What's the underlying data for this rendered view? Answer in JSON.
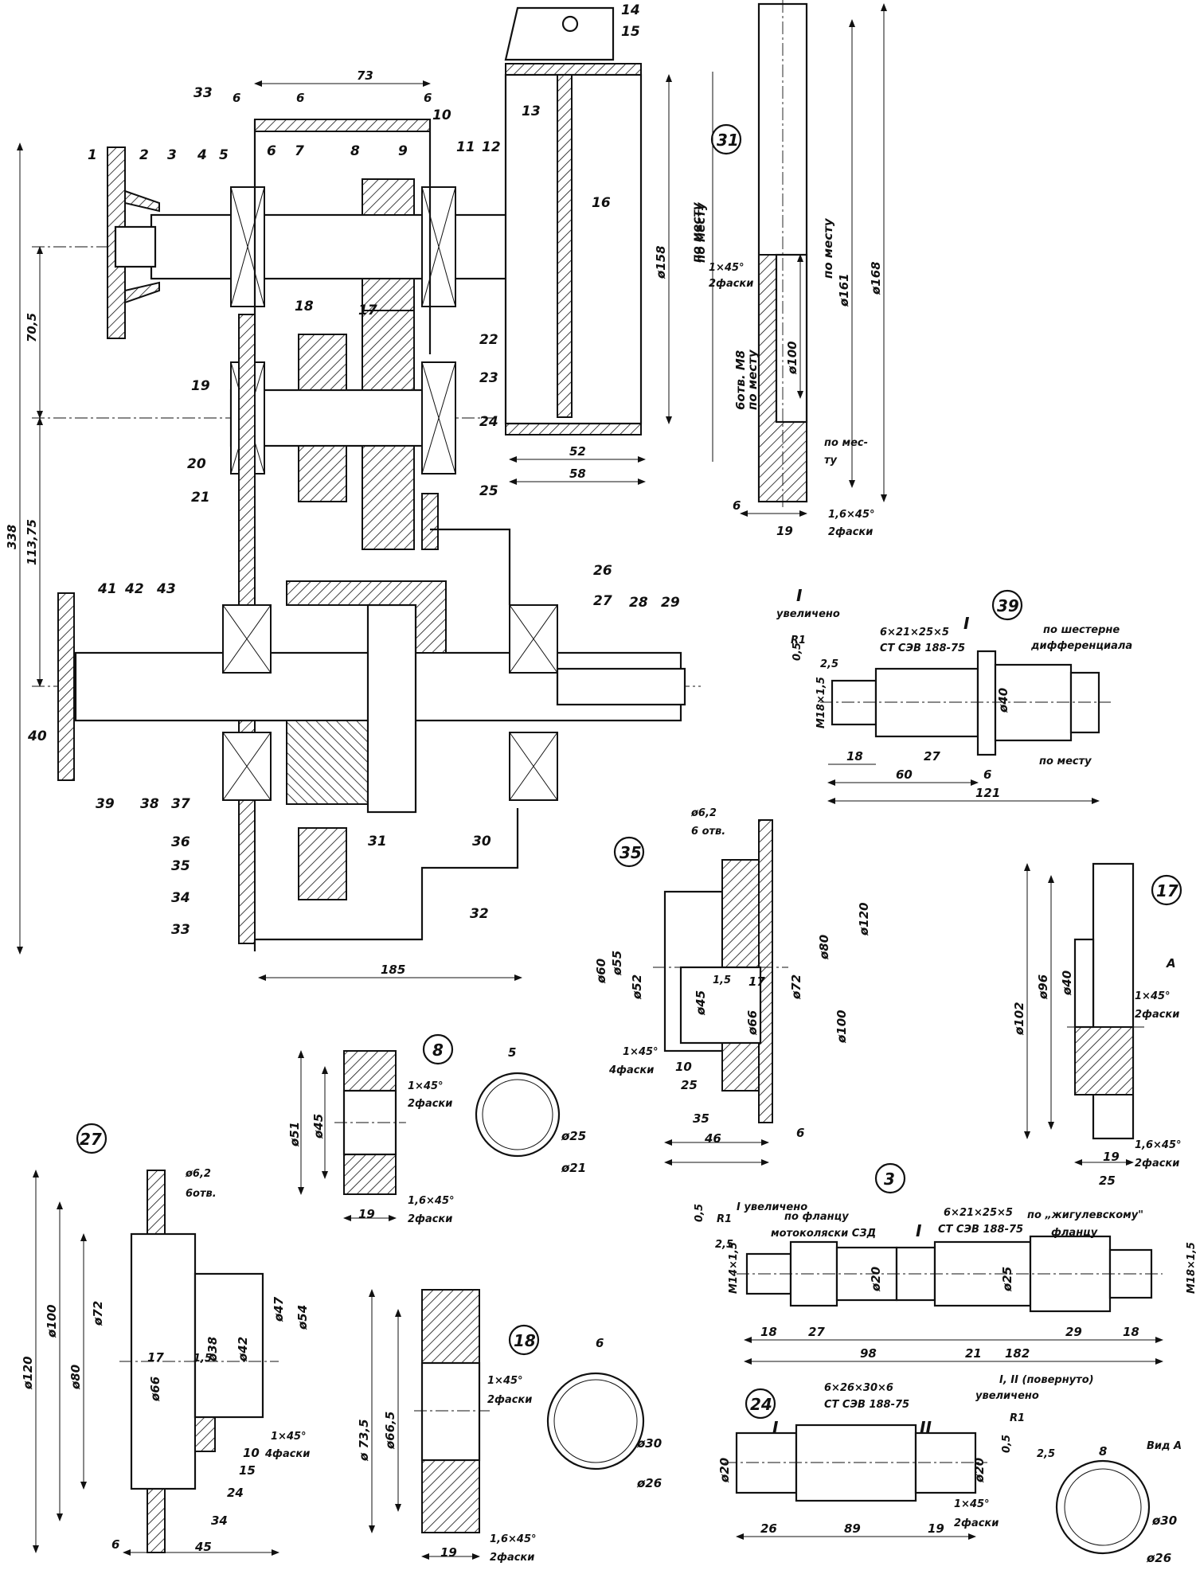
{
  "positions": {
    "p1": "1",
    "p2": "2",
    "p3": "3",
    "p4": "4",
    "p5": "5",
    "p6": "6",
    "p7": "7",
    "p8": "8",
    "p9": "9",
    "p10": "10",
    "p11": "11",
    "p12": "12",
    "p13": "13",
    "p14": "14",
    "p15": "15",
    "p16": "16",
    "p17": "17",
    "p18": "18",
    "p19": "19",
    "p20": "20",
    "p21": "21",
    "p22": "22",
    "p23": "23",
    "p24": "24",
    "p25": "25",
    "p26": "26",
    "p27": "27",
    "p28": "28",
    "p29": "29",
    "p30": "30",
    "p31": "31",
    "p32": "32",
    "p33a": "33",
    "p33b": "33",
    "p34": "34",
    "p35": "35",
    "p36": "36",
    "p37": "37",
    "p38": "38",
    "p39": "39",
    "p40": "40",
    "p41": "41",
    "p42": "42",
    "p43": "43"
  },
  "assembly": {
    "d73": "73",
    "d6a": "6",
    "d6b": "6",
    "d6c": "6",
    "d338": "338",
    "d705": "70,5",
    "d11375": "113,75",
    "d185": "185",
    "d52": "52",
    "d58": "58",
    "d158": "ø158",
    "po_mestu": "по месту"
  },
  "detail31": {
    "label": "31",
    "po_mestu1": "по месту",
    "po_mestu2": "по месту",
    "chamfer1": "1×45°",
    "chamfer1b": "2фаски",
    "holes1": "6отв. М8",
    "holes2": "по месту",
    "d100": "ø100",
    "d161": "ø161",
    "d168": "ø168",
    "po_mes": "по мес-",
    "tu": "ту",
    "d6": "6",
    "d19": "19",
    "chamfer2": "1,6×45°",
    "chamfer2b": "2фаски"
  },
  "detail39": {
    "label": "39",
    "view": "I",
    "uvelicheno": "увеличено",
    "r1": "R1",
    "d05": "0,5",
    "d25": "2,5",
    "spline": "6×21×25×5",
    "std": "СТ СЭВ 188-75",
    "mark": "I",
    "po_shesterne": "по шестерне",
    "diff": "дифференциала",
    "m18": "M18×1,5",
    "d40": "ø40",
    "d18": "18",
    "d27": "27",
    "d60": "60",
    "d6": "6",
    "d121": "121",
    "po_mestu": "по месту"
  },
  "detail35": {
    "label": "35",
    "holes_d": "ø6,2",
    "holes_n": "6 отв.",
    "d60": "ø60",
    "d55": "ø55",
    "d52": "ø52",
    "d45": "ø45",
    "d66": "ø66",
    "d72": "ø72",
    "d80": "ø80",
    "d100": "ø100",
    "d120": "ø120",
    "d15": "1,5",
    "d17": "17",
    "chamfer": "1×45°",
    "chamfer_n": "4фаски",
    "d10": "10",
    "d25": "25",
    "d35": "35",
    "d46": "46",
    "d6": "6"
  },
  "detail17": {
    "label": "17",
    "arrow": "A",
    "d102": "ø102",
    "d96": "ø96",
    "d40": "ø40",
    "chamfer1": "1×45°",
    "chamfer1b": "2фаски",
    "chamfer2": "1,6×45°",
    "chamfer2b": "2фаски",
    "d19": "19",
    "d25": "25"
  },
  "detail8": {
    "label": "8",
    "d51": "ø51",
    "d45": "ø45",
    "chamfer1": "1×45°",
    "chamfer1b": "2фаски",
    "chamfer2": "1,6×45°",
    "chamfer2b": "2фаски",
    "d19": "19",
    "d5": "5",
    "d25": "ø25",
    "d21": "ø21"
  },
  "detail27": {
    "label": "27",
    "holes_d": "ø6,2",
    "holes_n": "6отв.",
    "d120": "ø120",
    "d100": "ø100",
    "d80": "ø80",
    "d72": "ø72",
    "d66": "ø66",
    "d38": "ø38",
    "d42": "ø42",
    "d47": "ø47",
    "d54": "ø54",
    "d17": "17",
    "d15": "1,5",
    "chamfer": "1×45°",
    "chamfer_n": "4фаски",
    "d10": "10",
    "d15b": "15",
    "d24": "24",
    "d34": "34",
    "d6": "6",
    "d45": "45"
  },
  "detail18": {
    "label": "18",
    "d735": "ø 73,5",
    "d665": "ø66,5",
    "chamfer1": "1×45°",
    "chamfer1b": "2фаски",
    "chamfer2": "1,6×45°",
    "chamfer2b": "2фаски",
    "d19": "19",
    "d6": "6",
    "d30": "ø30",
    "d26": "ø26"
  },
  "detail3": {
    "label": "3",
    "view": "I увеличено",
    "r1": "R1",
    "d05": "0,5",
    "d25": "2,5",
    "po_flancu": "по фланцу",
    "moto": "мотоколяски СЗД",
    "spline": "6×21×25×5",
    "std": "СТ СЭВ 188-75",
    "mark": "I",
    "po_zhig": "по „жигулевскому\"",
    "flancu": "фланцу",
    "m14": "M14×1,5",
    "d20": "ø20",
    "d25b": "ø25",
    "m18": "M18×1,5",
    "d18a": "18",
    "d27": "27",
    "d29": "29",
    "d18b": "18",
    "d98": "98",
    "d21": "21",
    "d182": "182"
  },
  "detail24": {
    "label": "24",
    "spline": "6×26×30×6",
    "std": "СТ СЭВ 188-75",
    "mark1": "I",
    "mark2": "II",
    "view": "I, II (повернуто)",
    "uvelicheno": "увеличено",
    "r1": "R1",
    "d05": "0,5",
    "d25": "2,5",
    "d20a": "ø20",
    "d20b": "ø20",
    "d26": "26",
    "d89": "89",
    "d19": "19",
    "chamfer": "1×45°",
    "chamfer_n": "2фаски",
    "vid": "Вид А",
    "d8": "8",
    "d30": "ø30",
    "d26b": "ø26"
  }
}
